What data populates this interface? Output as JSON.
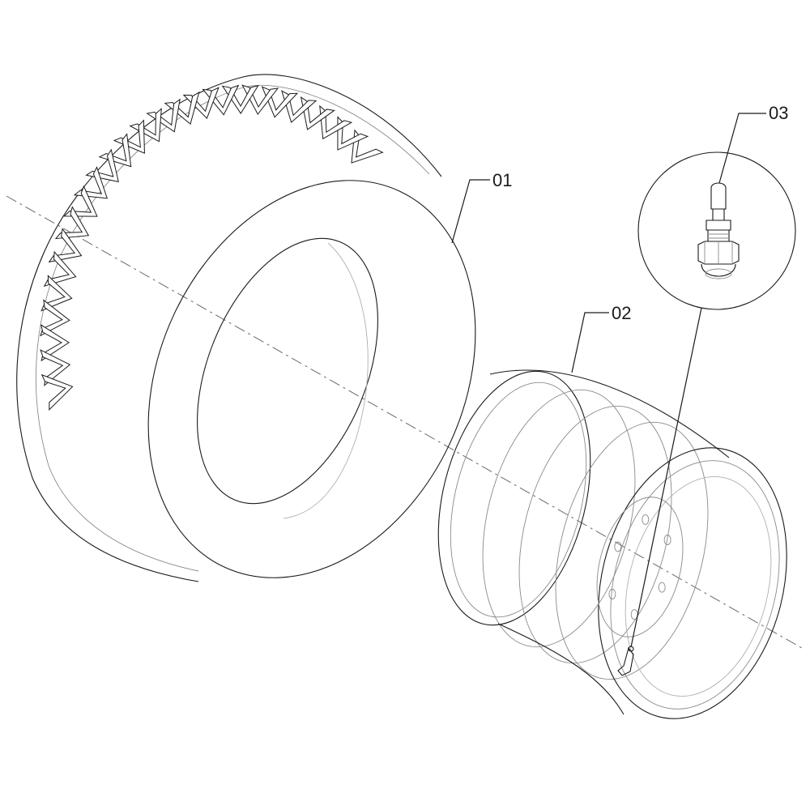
{
  "parts": [
    {
      "id": "tire",
      "label": "01"
    },
    {
      "id": "rim",
      "label": "02"
    },
    {
      "id": "valve",
      "label": "03"
    }
  ],
  "colors": {
    "line": "#1a1a1a",
    "hidden_line": "#8a8a8a",
    "background": "#ffffff"
  }
}
